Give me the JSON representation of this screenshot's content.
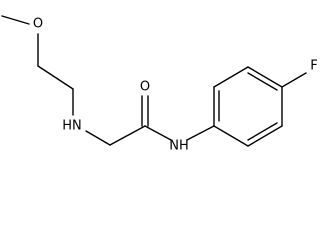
{
  "molecule": {
    "atoms": {
      "methoxy_oxygen": "O",
      "amine_nitrogen": "HN",
      "carbonyl_oxygen": "O",
      "amide_nitrogen": "NH",
      "fluorine": "F"
    }
  }
}
